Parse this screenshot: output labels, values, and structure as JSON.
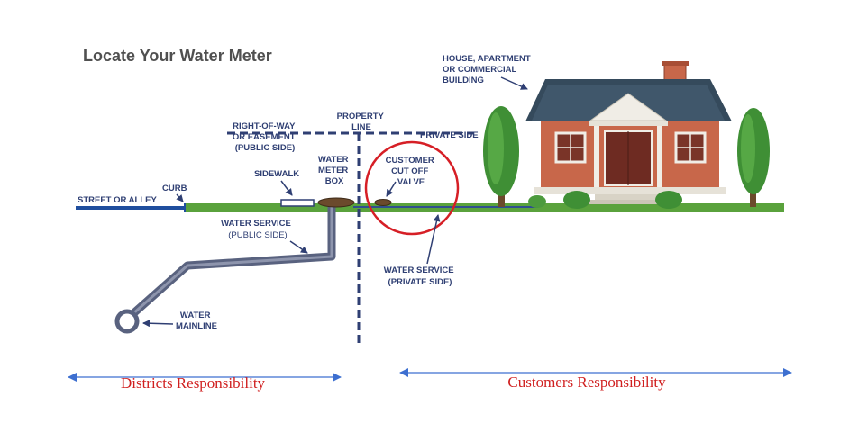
{
  "title": "Locate Your Water Meter",
  "labels": {
    "street": "STREET OR ALLEY",
    "curb": "CURB",
    "sidewalk": "SIDEWALK",
    "row_line1": "RIGHT-OF-WAY",
    "row_line2": "OR EASEMENT",
    "row_line3": "(PUBLIC SIDE)",
    "property_line1": "PROPERTY",
    "property_line2": "LINE",
    "private_side": "PRIVATE SIDE",
    "meter_line1": "WATER",
    "meter_line2": "METER",
    "meter_line3": "BOX",
    "valve_line1": "CUSTOMER",
    "valve_line2": "CUT OFF",
    "valve_line3": "VALVE",
    "house_line1": "HOUSE, APARTMENT",
    "house_line2": "OR COMMERCIAL",
    "house_line3": "BUILDING",
    "service_public_line1": "WATER SERVICE",
    "service_public_line2": "(PUBLIC SIDE)",
    "service_private_line1": "WATER SERVICE",
    "service_private_line2": "(PRIVATE SIDE)",
    "mainline_line1": "WATER",
    "mainline_line2": "MAINLINE"
  },
  "responsibility": {
    "district": "Districts Responsibility",
    "customer": "Customers Responsibility"
  },
  "colors": {
    "label": "#2f3f73",
    "pipe": "#59627f",
    "grass": "#5aa23c",
    "street": "#1f4e9e",
    "highlight": "#d61f26",
    "arrow": "#3d6fd0",
    "brick": "#c8674a",
    "roof": "#354a5c"
  }
}
